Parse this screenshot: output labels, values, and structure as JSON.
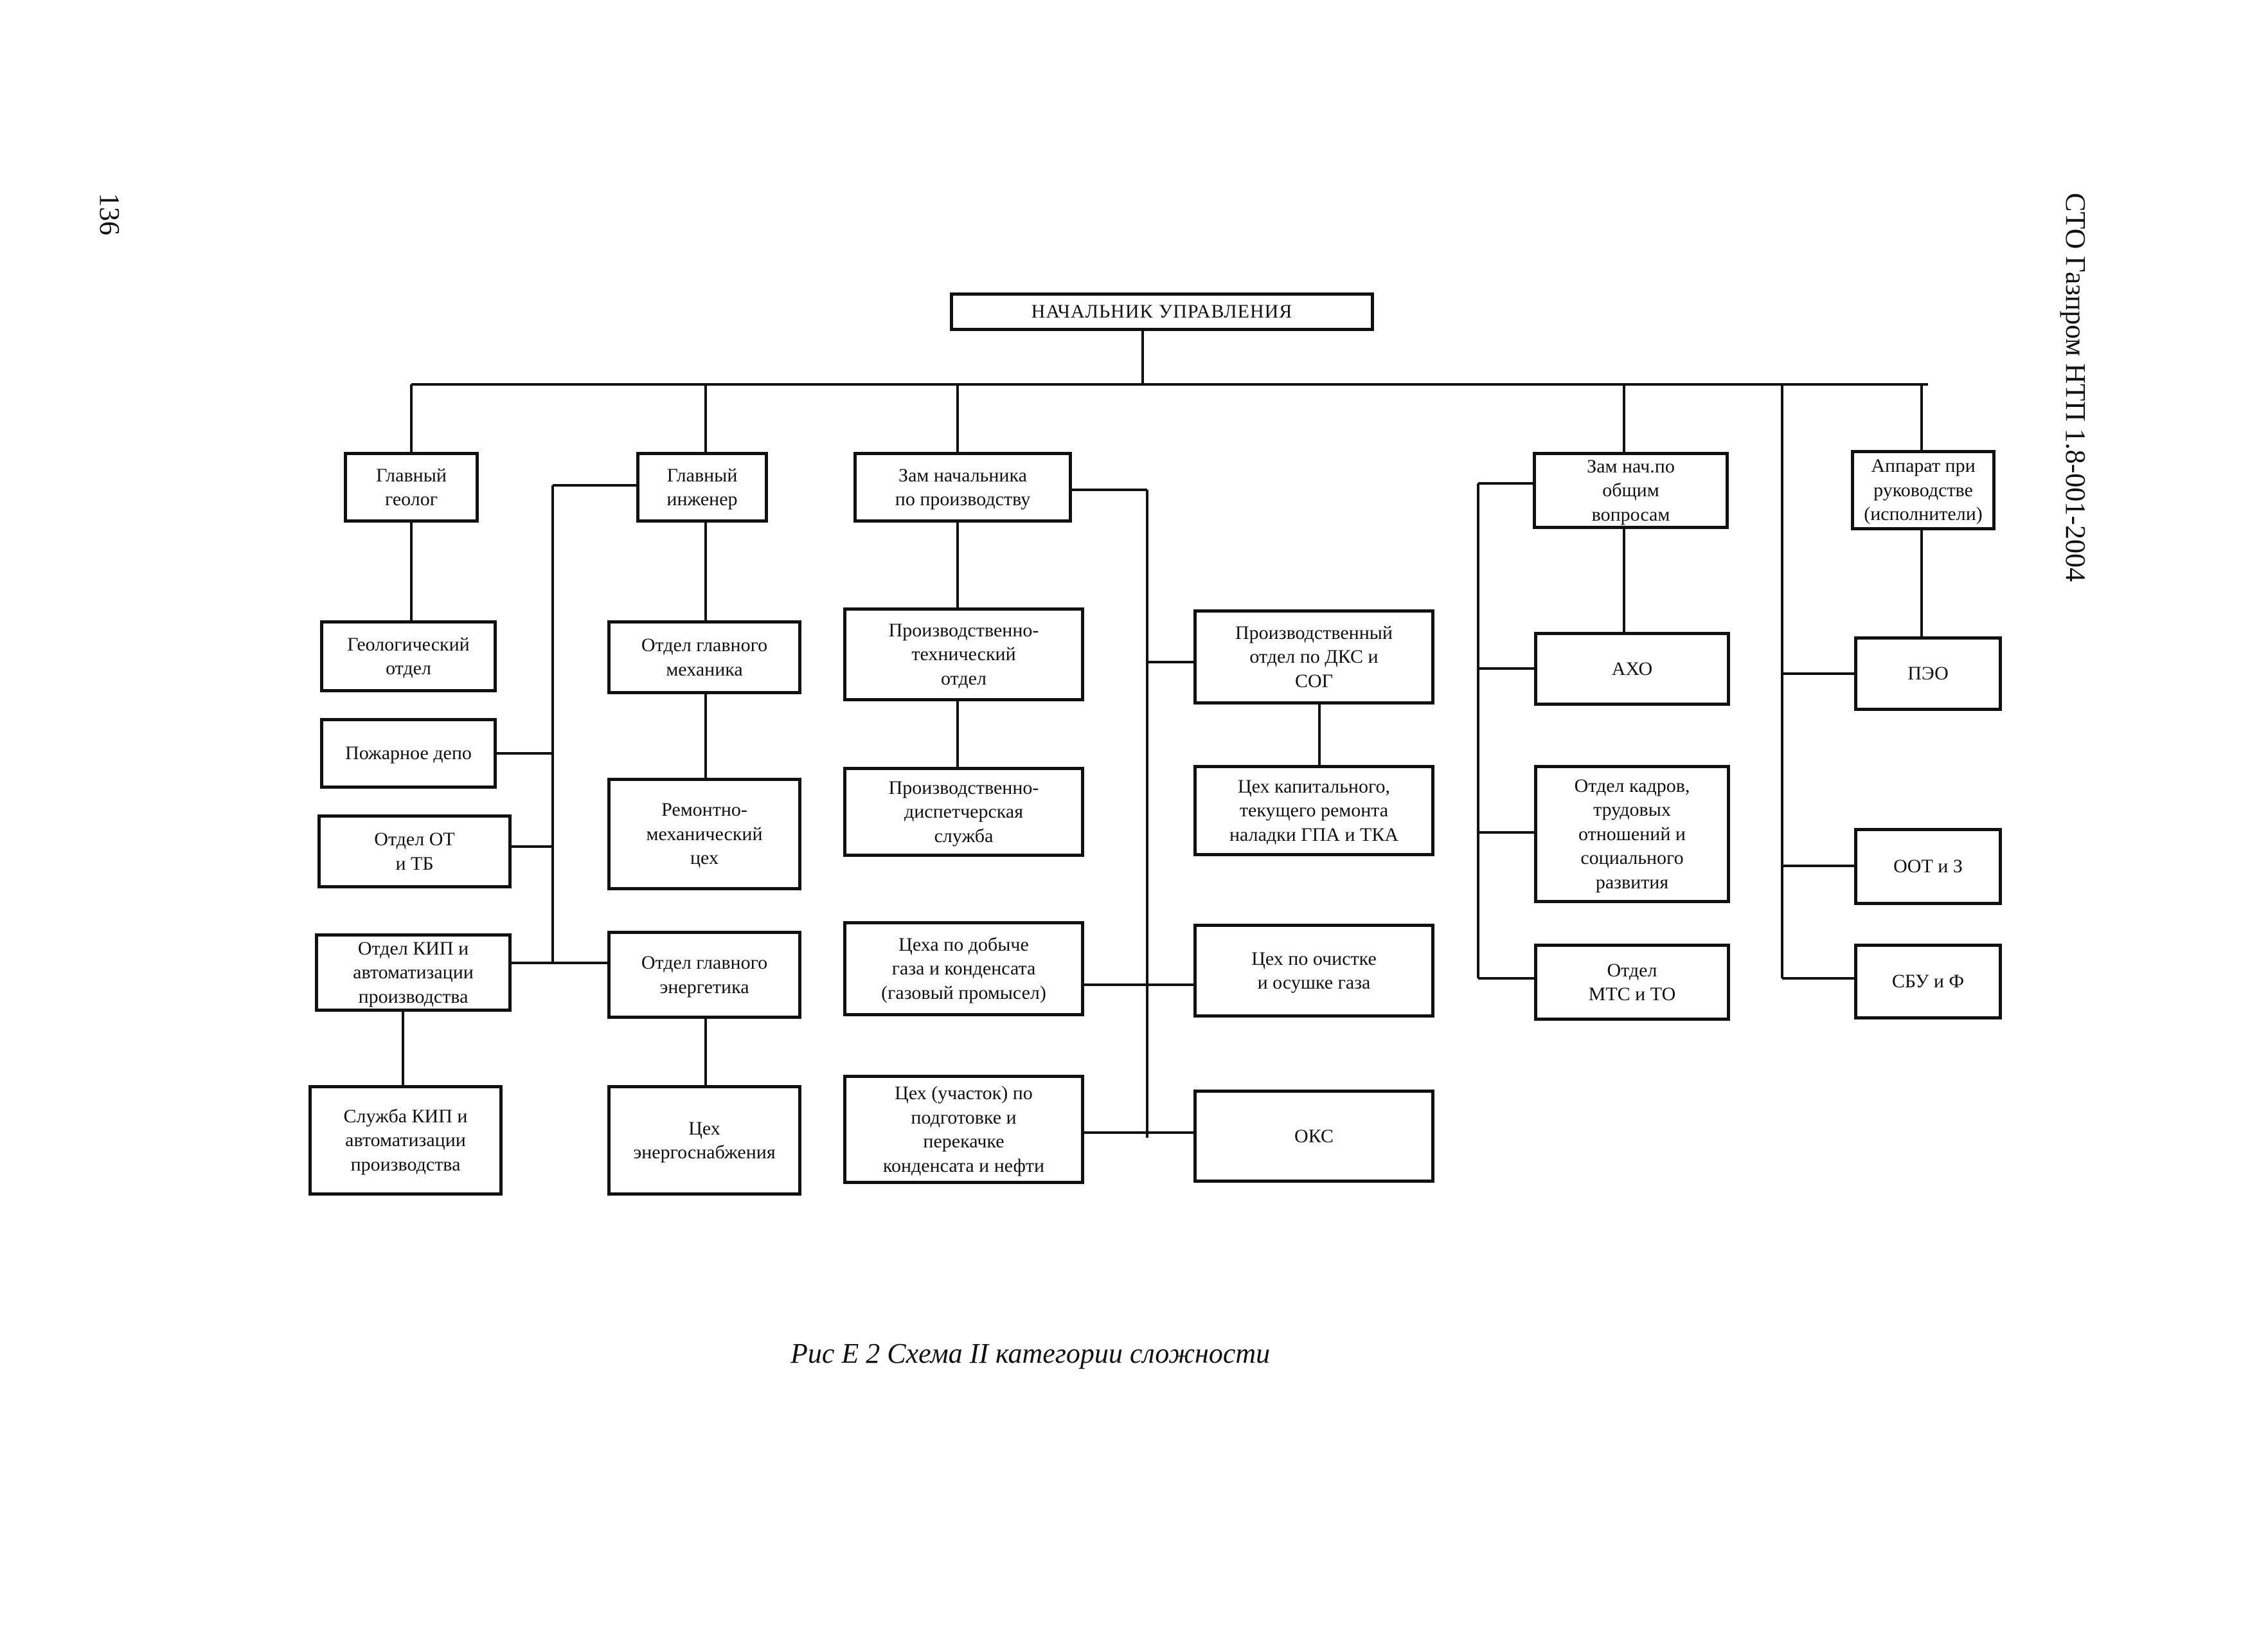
{
  "page": {
    "page_number": "136",
    "document_code": "СТО Газпром НТП 1.8-001-2004",
    "caption": "Рис Е 2 Схема II категории сложности"
  },
  "org_chart": {
    "head": "НАЧАЛЬНИК УПРАВЛЕНИЯ",
    "chief_geologist": "Главный\nгеолог",
    "chief_engineer": "Главный\nинженер",
    "deputy_production": "Зам начальника\nпо производству",
    "deputy_general": "Зам нач.по\nобщим\nвопросам",
    "management_staff": "Аппарат при\nруководстве\n(исполнители)",
    "geological_dept": "Геологический\nотдел",
    "fire_depot": "Пожарное депо",
    "labor_safety_dept": "Отдел ОТ\nи ТБ",
    "instrumentation_dept": "Отдел КИП и\nавтоматизации\nпроизводства",
    "instrumentation_service": "Служба КИП и\nавтоматизации\nпроизводства",
    "chief_mechanic_dept": "Отдел главного\nмеханика",
    "repair_shop": "Ремонтно-\nмеханический\nцех",
    "chief_power_dept": "Отдел главного\nэнергетика",
    "power_supply_shop": "Цех\nэнергоснабжения",
    "production_technical_dept": "Производственно-\nтехнический\nотдел",
    "dispatch_service": "Производственно-\nдиспетчерская\nслужба",
    "gas_production_shops": "Цеха по добыче\nгаза и конденсата\n(газовый промысел)",
    "condensate_shop": "Цех (участок) по\nподготовке и\nперекачке\nконденсата и нефти",
    "dks_dept": "Производственный\nотдел по ДКС и\nСОГ",
    "overhaul_shop": "Цех капитального,\nтекущего ремонта\nналадки ГПА и ТКА",
    "gas_treatment_shop": "Цех по очистке\nи осушке газа",
    "oks": "ОКС",
    "aho": "АХО",
    "hr_dept": "Отдел кадров,\nтрудовых\nотношений и\nсоциального\nразвития",
    "mts_dept": "Отдел\nМТС и ТО",
    "peo": "ПЭО",
    "oot": "ООТ и З",
    "sbu": "СБУ и Ф"
  }
}
